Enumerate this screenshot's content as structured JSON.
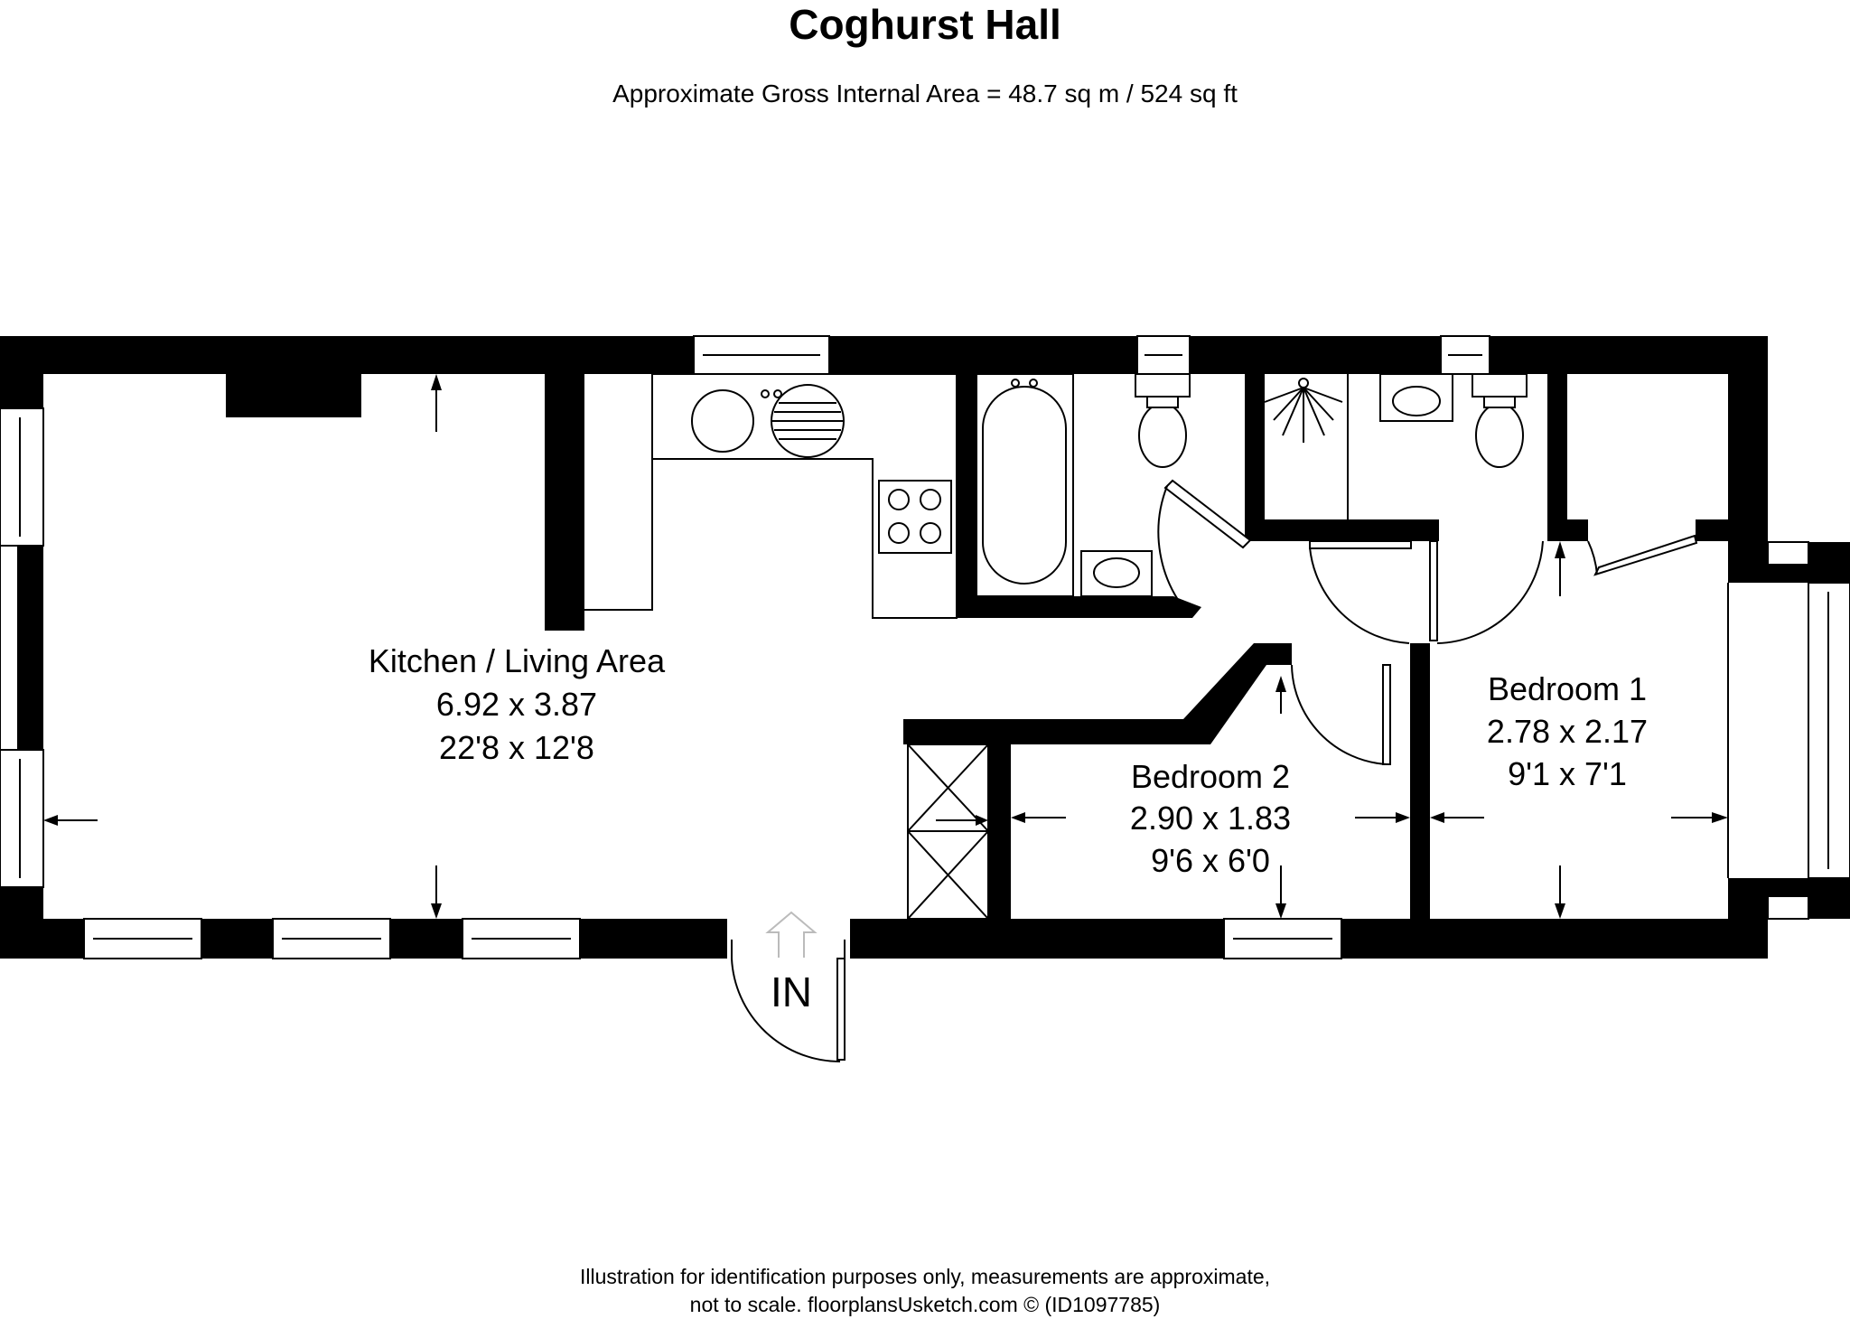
{
  "header": {
    "title": "Coghurst Hall",
    "subtitle": "Approximate Gross Internal Area = 48.7 sq m / 524 sq ft"
  },
  "rooms": {
    "kitchen": {
      "name": "Kitchen / Living Area",
      "metric": "6.92 x 3.87",
      "imperial": "22'8 x 12'8"
    },
    "bedroom1": {
      "name": "Bedroom 1",
      "metric": "2.78 x 2.17",
      "imperial": "9'1 x 7'1"
    },
    "bedroom2": {
      "name": "Bedroom 2",
      "metric": "2.90 x 1.83",
      "imperial": "9'6 x 6'0"
    }
  },
  "entrance": {
    "label": "IN"
  },
  "footer": {
    "line1": "Illustration for identification purposes only, measurements are approximate,",
    "line2": "not to scale. floorplansUsketch.com © (ID1097785)"
  }
}
